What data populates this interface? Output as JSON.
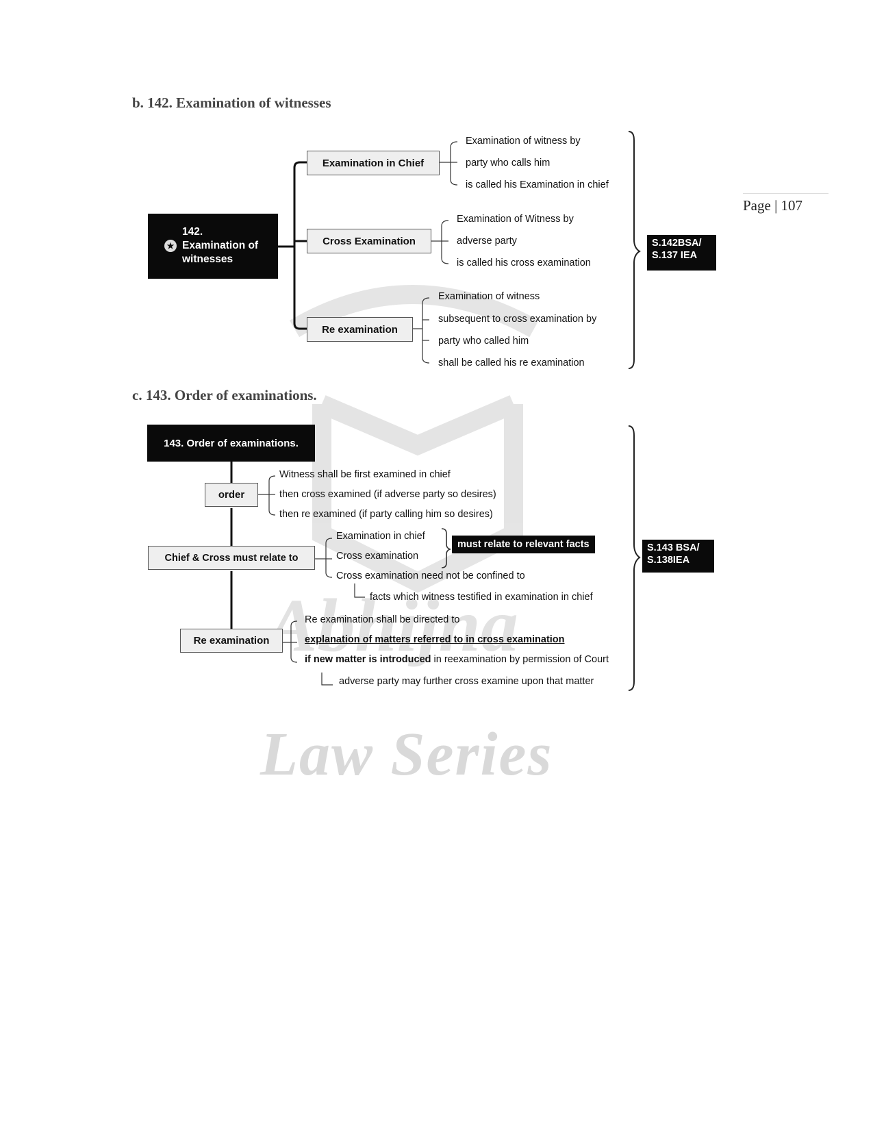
{
  "page": {
    "page_label": "Page | 107"
  },
  "watermark": {
    "line1": "Abhijna",
    "line2": "Law Series"
  },
  "section_b": {
    "heading": "b.   142. Examination of witnesses",
    "root": {
      "line1": "142.",
      "line2": "Examination of",
      "line3": "witnesses"
    },
    "branches": [
      {
        "label": "Examination in Chief",
        "lines": [
          "Examination of witness by",
          "party who calls him",
          "is called his Examination in chief"
        ]
      },
      {
        "label": "Cross Examination",
        "lines": [
          "Examination of Witness by",
          "adverse party",
          "is called his cross examination"
        ]
      },
      {
        "label": "Re examination",
        "lines": [
          "Examination of witness",
          "subsequent to cross examination by",
          "party who called him",
          "shall be called his re examination"
        ]
      }
    ],
    "ref": {
      "line1": "S.142BSA/",
      "line2": "S.137 IEA"
    }
  },
  "section_c": {
    "heading": "c.   143. Order of examinations.",
    "root": "143. Order of examinations.",
    "order": {
      "label": "order",
      "lines": [
        "Witness shall be first examined in chief",
        "then cross examined (if adverse party so desires)",
        "then re examined (if party calling him so desires)"
      ]
    },
    "chief_cross": {
      "label": "Chief & Cross must relate to",
      "items": [
        "Examination in chief",
        "Cross examination"
      ],
      "badge": "must relate to relevant facts",
      "line3": "Cross examination need not be confined to",
      "line4": "facts which witness testified in examination in chief"
    },
    "re_exam": {
      "label": "Re examination",
      "line1": "Re examination shall be directed to",
      "line2": "explanation of matters referred to in cross examination",
      "line3_bold": "if new matter is introduced",
      "line3_rest": " in reexamination by permission of Court",
      "line4": "adverse party may further cross examine upon that matter"
    },
    "ref": {
      "line1": "S.143 BSA/",
      "line2": "S.138IEA"
    }
  }
}
